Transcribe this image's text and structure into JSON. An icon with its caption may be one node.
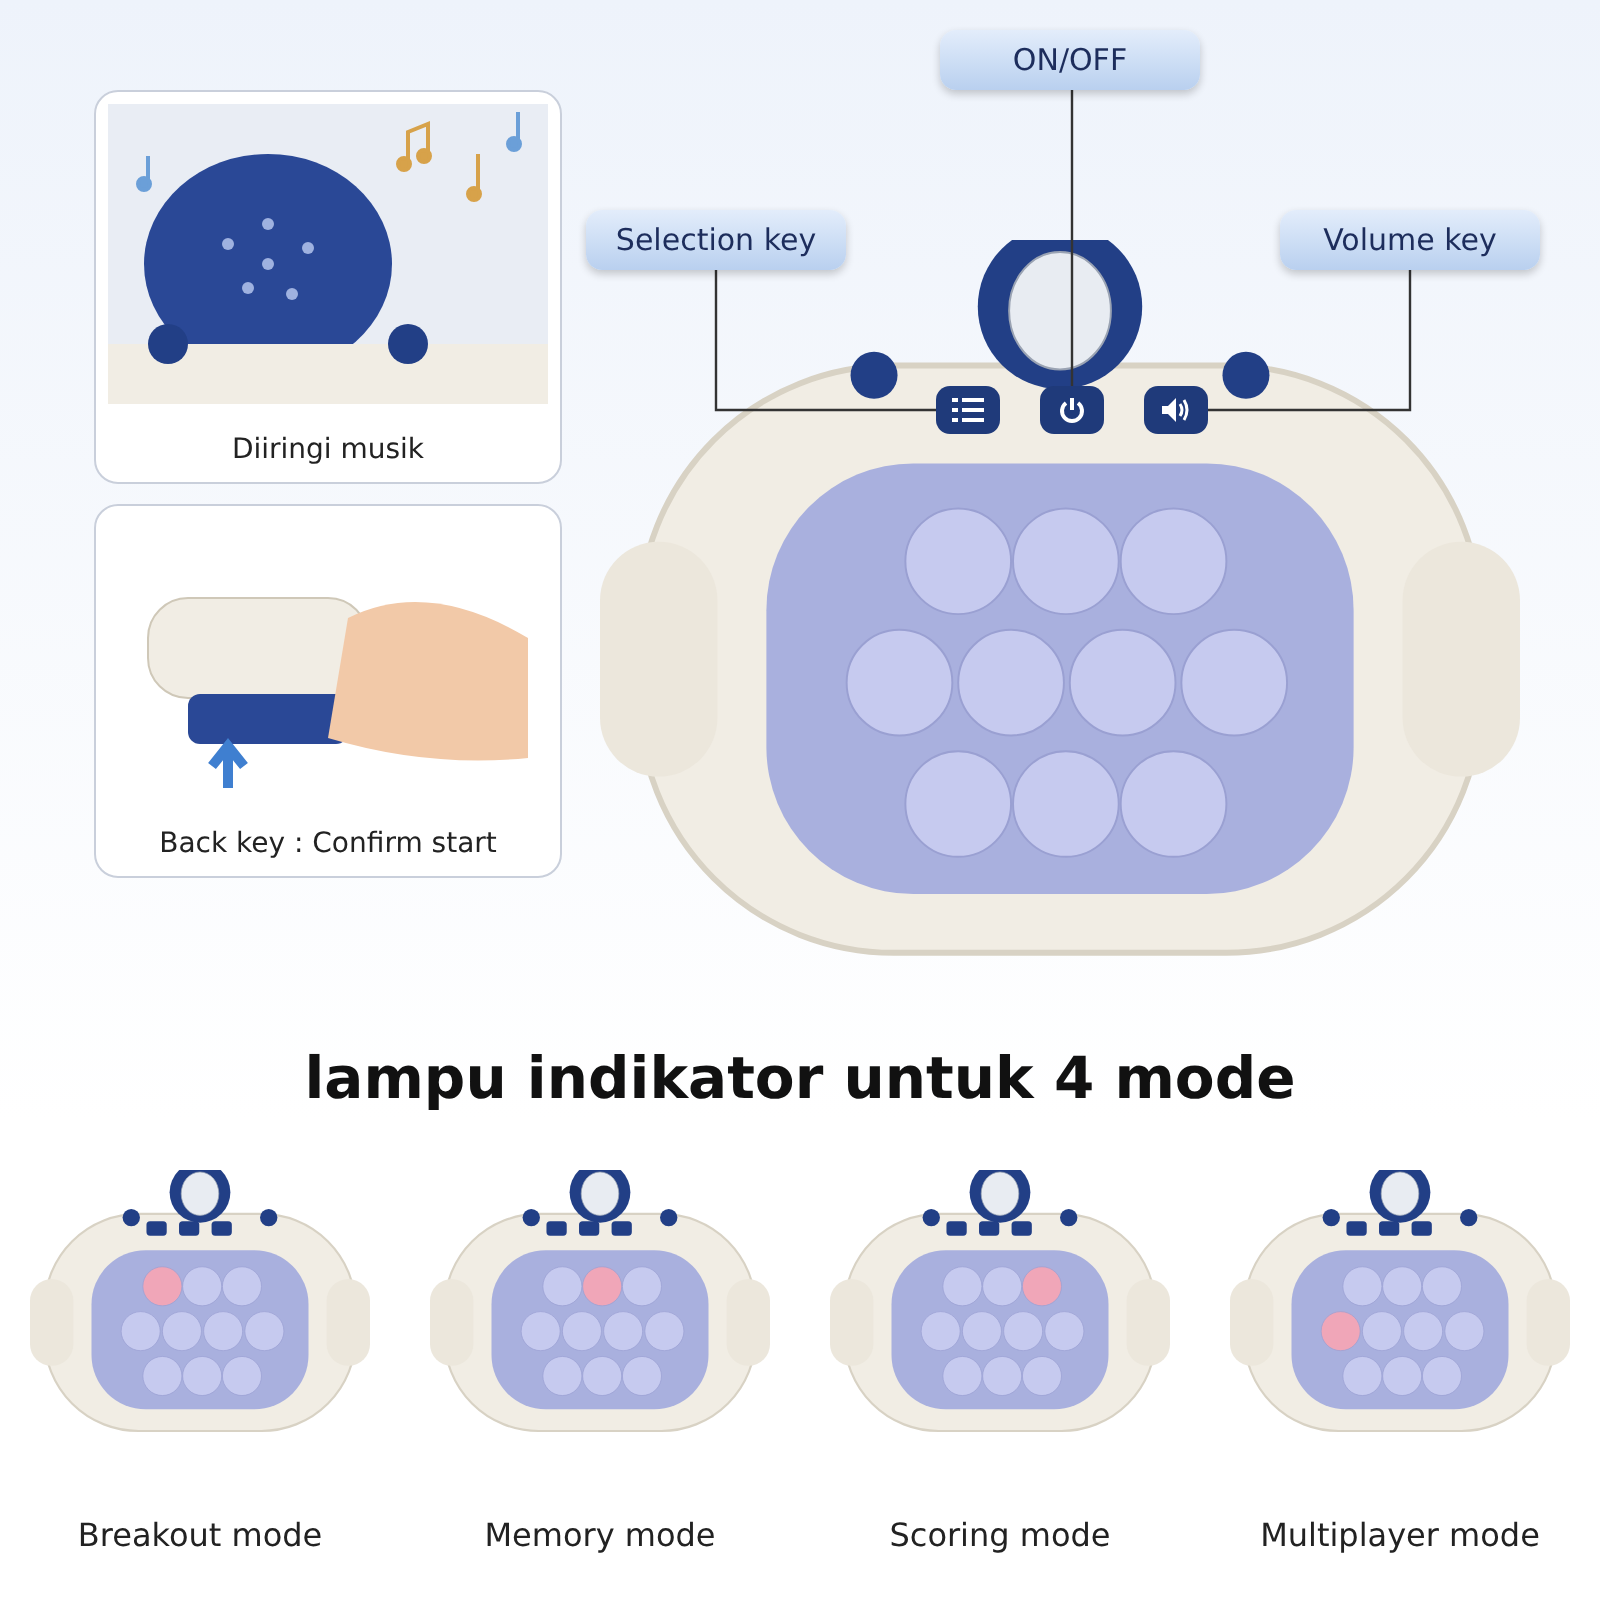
{
  "diagram": {
    "title": "lampu indikator untuk 4 mode",
    "nodes": [
      {
        "text": [
          "Selection key"
        ]
      },
      {
        "text": [
          "ON/OFF"
        ]
      },
      {
        "text": [
          "Volume key"
        ]
      },
      {
        "text": [],
        "shape": "box"
      },
      {
        "text": [],
        "shape": "box"
      },
      {
        "text": [],
        "shape": "box"
      },
      {
        "text": [
          "Diiringi musik"
        ]
      },
      {
        "text": [
          "Back key : Confirm start"
        ]
      }
    ],
    "edges": [
      {
        "from": 0,
        "to": 3,
        "arrow": "none"
      },
      {
        "from": 1,
        "to": 4,
        "arrow": "none"
      },
      {
        "from": 2,
        "to": 5,
        "arrow": "none"
      }
    ],
    "labels": [
      "Breakout mode",
      "Memory mode",
      "Scoring mode",
      "Multiplayer mode"
    ]
  }
}
